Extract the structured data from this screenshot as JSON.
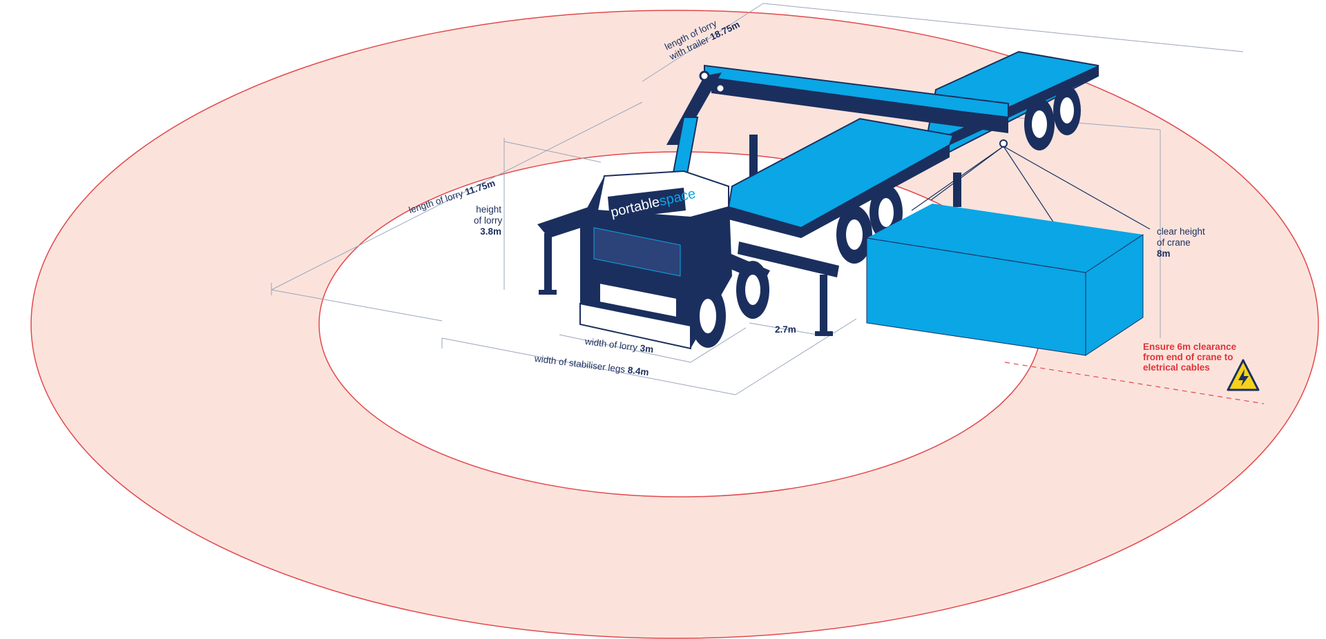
{
  "diagram": {
    "labels": {
      "length_trailer_pre": "length of lorry",
      "length_trailer_pre2": "with trailer",
      "length_trailer_val": "18.75m",
      "length_lorry_pre": "length of lorry",
      "length_lorry_val": "11.75m",
      "height_pre": "height",
      "height_pre2": "of lorry",
      "height_val": "3.8m",
      "clear_pre": "clear height",
      "clear_pre2": "of crane",
      "clear_val": "8m",
      "width_lorry_pre": "width of lorry",
      "width_lorry_val": "3m",
      "width_legs_pre": "width of stabiliser legs",
      "width_legs_val": "8.4m",
      "gap_val": "2.7m"
    },
    "warning": {
      "line1": "Ensure 6m clearance",
      "line2": "from end of crane to",
      "line3": "eletrical cables",
      "icon": "high-voltage-warning-icon"
    },
    "brand": {
      "part1": "portable",
      "part2": "space"
    },
    "colors": {
      "zone_fill": "#fbe3dc",
      "zone_stroke": "#e3474a",
      "navy": "#1b2f5e",
      "cyan": "#0aa6e6",
      "warning_yellow": "#f7d21a"
    }
  }
}
